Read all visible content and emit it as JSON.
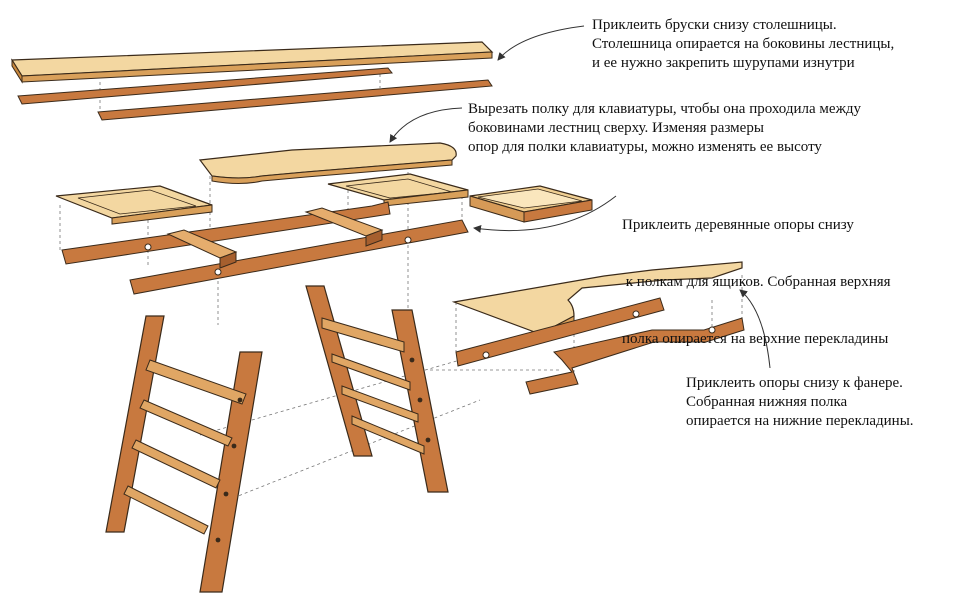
{
  "annotations": {
    "tabletop": {
      "lines": [
        "Приклеить бруски снизу столешницы.",
        "Столешница опирается на боковины лестницы,",
        "и ее нужно закрепить шурупами изнутри"
      ]
    },
    "keyboard_shelf": {
      "lines": [
        "Вырезать полку для клавиатуры, чтобы она проходила между",
        "боковинами лестниц сверху.  Изменяя размеры",
        "опор для полки клавиатуры, можно изменять ее высоту"
      ]
    },
    "upper_shelf": {
      "lines": [
        "Приклеить деревянные опоры снизу",
        " к полкам для ящиков. Собранная верхняя",
        "полка опирается на верхние перекладины"
      ]
    },
    "lower_shelf": {
      "lines": [
        "Приклеить опоры снизу к фанере.",
        "Собранная нижняя полка",
        "опирается на нижние перекладины."
      ]
    }
  },
  "colors": {
    "plywood_top": "#f3d7a1",
    "plywood_edge": "#d9a05a",
    "wood_front": "#c8793f",
    "wood_top": "#e5ad6d",
    "wood_dark": "#a65f2e",
    "outline": "#3a2a1a",
    "leader_line": "#333333"
  }
}
